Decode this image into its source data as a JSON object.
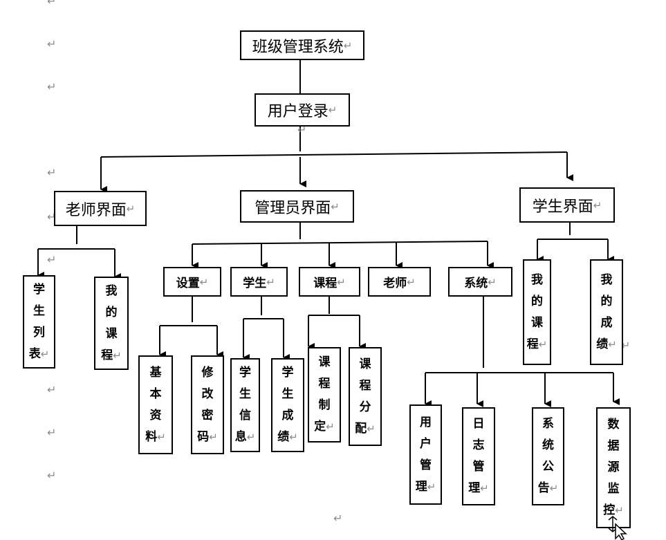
{
  "return_mark": "↵",
  "root": "班级管理系统",
  "login": "用户登录",
  "teacher": {
    "title": "老师界面",
    "children": [
      "学生列表",
      "我的课程"
    ]
  },
  "admin": {
    "title": "管理员界面",
    "sections": {
      "settings": {
        "title": "设置",
        "children": [
          "基本资料",
          "修改密码"
        ]
      },
      "student": {
        "title": "学生",
        "children": [
          "学生信息",
          "学生成绩"
        ]
      },
      "course": {
        "title": "课程",
        "children": [
          "课程制定",
          "课程分配"
        ]
      },
      "teacher": {
        "title": "老师"
      },
      "system": {
        "title": "系统",
        "children": [
          "用户管理",
          "日志管理",
          "系统公告",
          "数据源监控"
        ]
      }
    }
  },
  "student": {
    "title": "学生界面",
    "children": [
      "我的课程",
      "我的成绩"
    ]
  }
}
